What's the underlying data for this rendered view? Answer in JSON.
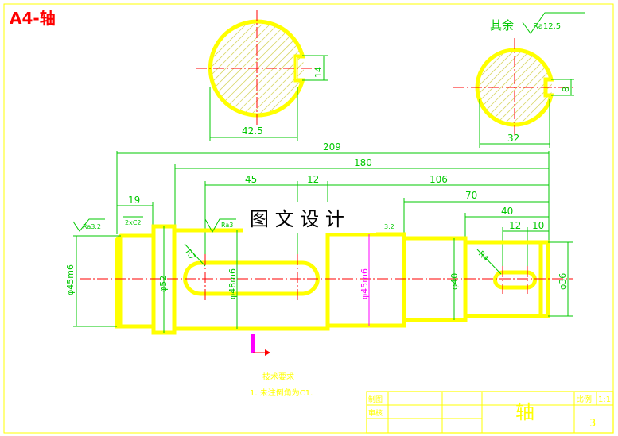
{
  "title_tag": "A4-轴",
  "watermark": "图 文 设 计",
  "roughness_other": {
    "label": "其余",
    "value": "Ra12.5"
  },
  "roughness_marks": [
    "Ra3.2",
    "Ra3",
    "3.2"
  ],
  "chamfer": "2xC2",
  "section_a": {
    "width": "42.5",
    "height": "14"
  },
  "section_b": {
    "width": "32",
    "height": "8"
  },
  "dims": {
    "overall": "209",
    "d180": "180",
    "d45": "45",
    "d12a": "12",
    "d106": "106",
    "d19": "19",
    "d70": "70",
    "d40": "40",
    "d12b": "12",
    "d10": "10",
    "radius_r7": "R7",
    "radius_r4": "R4"
  },
  "diameters": {
    "phi45m6_left": "φ45m6",
    "phi52": "φ52",
    "phi48m6": "φ48m6",
    "phi45m6_mid": "φ45m6",
    "phi40": "φ40",
    "phi36": "φ36"
  },
  "tech": {
    "heading": "技术要求",
    "line1": "1. 未注倒角为C1."
  },
  "title_block": {
    "drawn": "制图",
    "checked": "审核",
    "part_name": "轴",
    "scale_label": "比例",
    "scale_value": "1:1",
    "sheet": "3"
  },
  "colors": {
    "outline": "#ffff00",
    "dimension": "#00c800",
    "centerline": "#ff0000",
    "title": "#ff0000",
    "marker": "#ff00ff"
  }
}
